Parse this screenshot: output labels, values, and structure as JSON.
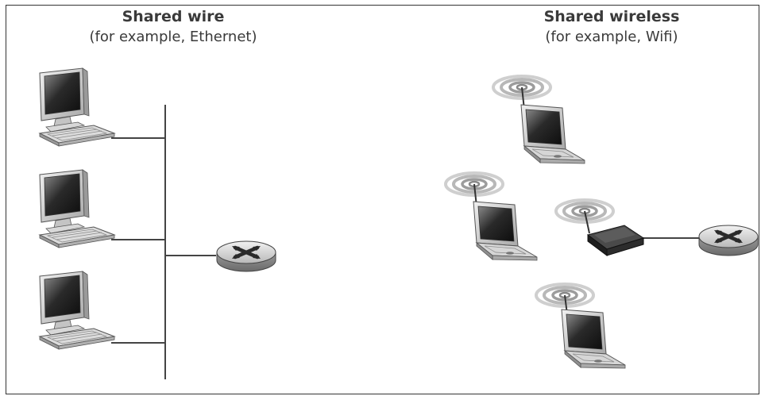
{
  "left_panel": {
    "title": "Shared wire",
    "subtitle": "(for example, Ethernet)"
  },
  "right_panel": {
    "title": "Shared wireless",
    "subtitle": "(for example, Wifi)"
  },
  "colors": {
    "text": "#3a3a3a",
    "link": "#444444",
    "border": "#333333"
  }
}
